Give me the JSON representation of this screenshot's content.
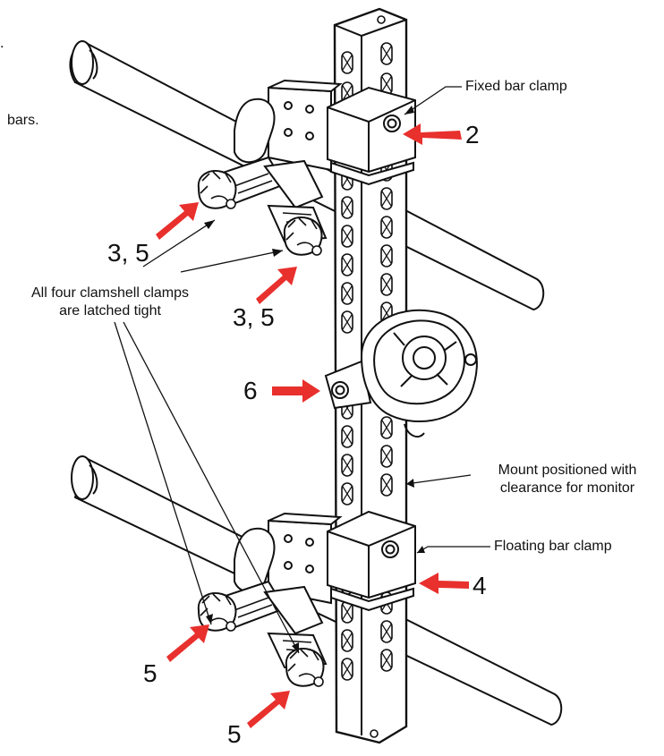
{
  "text": {
    "bars_fragment": "bars.",
    "fixed_bar_clamp": "Fixed bar clamp",
    "floating_bar_clamp": "Floating bar clamp",
    "mount_positioned_line1": "Mount positioned with",
    "mount_positioned_line2": "clearance for monitor",
    "clamps_latched_line1": "All four clamshell clamps",
    "clamps_latched_line2": "are latched tight"
  },
  "step_callouts": {
    "step_2": "2",
    "step_3_5_upper": "3, 5",
    "step_3_5_lower": "3, 5",
    "step_6": "6",
    "step_4": "4",
    "step_5_left": "5",
    "step_5_right": "5"
  },
  "colors": {
    "arrow": "#e8302d",
    "line": "#111111",
    "fill": "#ffffff"
  }
}
